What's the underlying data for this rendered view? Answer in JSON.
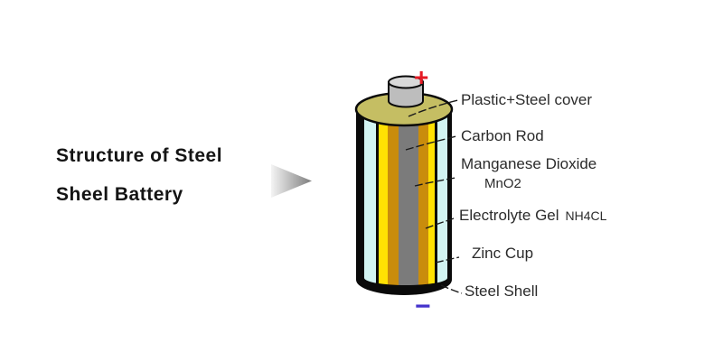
{
  "title": {
    "line1": "Structure of Steel",
    "line2": "Sheel Battery"
  },
  "battery": {
    "terminals": {
      "positive": "+",
      "negative": "−"
    },
    "labels": {
      "cover": "Plastic+Steel cover",
      "carbon_rod": "Carbon Rod",
      "mno2_name": "Manganese Dioxide",
      "mno2_formula": "MnO2",
      "electrolyte_name": "Electrolyte Gel",
      "electrolyte_formula": "NH4CL",
      "zinc_cup": "Zinc Cup",
      "steel_shell": "Steel Shell"
    },
    "colors": {
      "steel_shell": "#0a0a0a",
      "zinc_cup": "#d2f4f2",
      "electrolyte_gel": "#ffe103",
      "manganese_dioxide": "#c98c0c",
      "carbon_rod": "#7b7b7b",
      "cover": "#c5be63",
      "cap_side": "#bdbdbd",
      "cap_top": "#d9d9d9",
      "positive_terminal": "#e51a24",
      "negative_terminal": "#4433cc",
      "arrow_light": "#f2f2f2",
      "arrow_dark": "#7d7d7d"
    }
  }
}
